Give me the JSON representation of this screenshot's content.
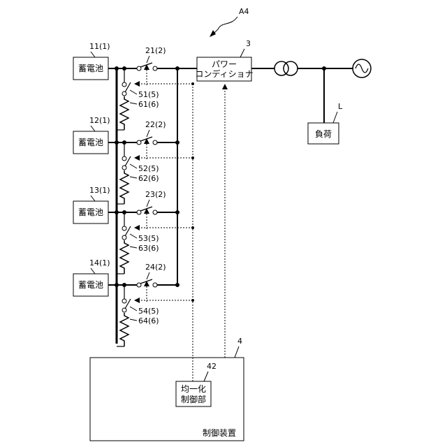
{
  "figure_label": "A4",
  "batteries": [
    {
      "ref": "11(1)",
      "label": "蓄電池"
    },
    {
      "ref": "12(1)",
      "label": "蓄電池"
    },
    {
      "ref": "13(1)",
      "label": "蓄電池"
    },
    {
      "ref": "14(1)",
      "label": "蓄電池"
    }
  ],
  "switches": [
    "21(2)",
    "22(2)",
    "23(2)",
    "24(2)"
  ],
  "discharge_switches": [
    "51(5)",
    "52(5)",
    "53(5)",
    "54(5)"
  ],
  "resistors": [
    "61(6)",
    "62(6)",
    "63(6)",
    "64(6)"
  ],
  "power_conditioner": {
    "ref": "3",
    "line1": "パワー",
    "line2": "コンディショナ"
  },
  "load": {
    "ref": "L",
    "label": "負荷"
  },
  "control_device": {
    "ref": "4",
    "label": "制御装置"
  },
  "equalization_unit": {
    "ref": "42",
    "line1": "均一化",
    "line2": "制御部"
  }
}
